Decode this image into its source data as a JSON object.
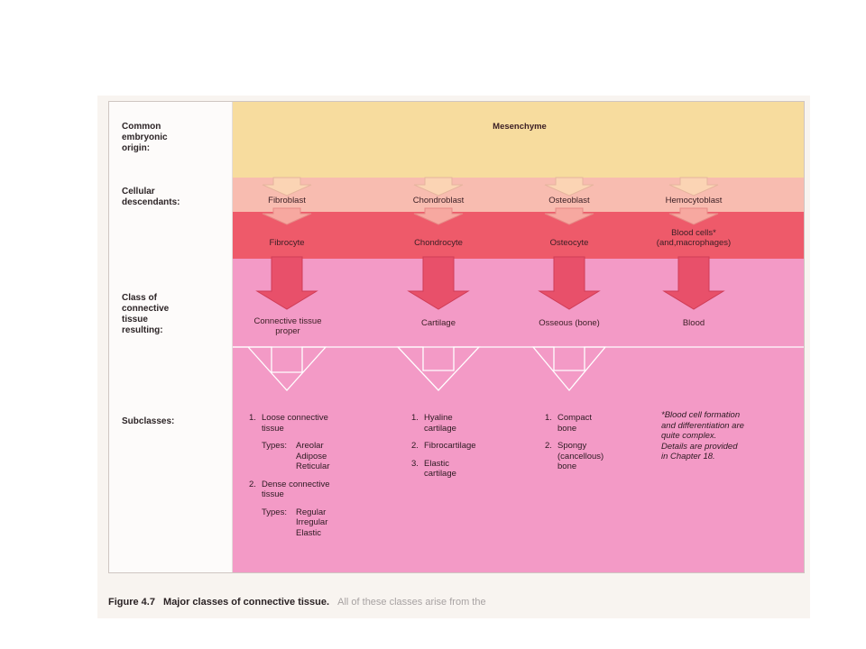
{
  "labels": {
    "origin": "Common\nembryonic\norigin:",
    "descendants": "Cellular\ndescendants:",
    "class": "Class of\nconnective\ntissue\nresulting:",
    "subclasses": "Subclasses:"
  },
  "origin_name": "Mesenchyme",
  "columns": [
    {
      "descendant": "Fibroblast",
      "mature": "Fibrocyte",
      "class": "Connective tissue\nproper"
    },
    {
      "descendant": "Chondroblast",
      "mature": "Chondrocyte",
      "class": "Cartilage"
    },
    {
      "descendant": "Osteoblast",
      "mature": "Osteocyte",
      "class": "Osseous (bone)"
    },
    {
      "descendant": "Hemocytoblast",
      "mature": "Blood cells*\n(and,macrophages)",
      "class": "Blood"
    }
  ],
  "subclasses": {
    "ct": {
      "loose_num": "1.",
      "loose": "Loose connective\ntissue",
      "types1_label": "Types:",
      "types1": [
        "Areolar",
        "Adipose",
        "Reticular"
      ],
      "dense_num": "2.",
      "dense": "Dense connective\ntissue",
      "types2_label": "Types:",
      "types2": [
        "Regular",
        "Irregular",
        "Elastic"
      ]
    },
    "cartilage": [
      {
        "num": "1.",
        "text": "Hyaline\ncartilage"
      },
      {
        "num": "2.",
        "text": "Fibrocartilage"
      },
      {
        "num": "3.",
        "text": "Elastic\ncartilage"
      }
    ],
    "bone": [
      {
        "num": "1.",
        "text": "Compact\nbone"
      },
      {
        "num": "2.",
        "text": "Spongy\n(cancellous)\nbone"
      }
    ]
  },
  "note": "*Blood cell formation\nand differentiation are\nquite complex.\nDetails are provided\nin Chapter 18.",
  "caption": {
    "number": "Figure 4.7",
    "title": "Major classes of connective tissue.",
    "rest": "All of these classes arise from the"
  },
  "colors": {
    "origin_band": "#f7dc9e",
    "descendant_band": "#f8bcb0",
    "mature_band": "#ee5a6a",
    "lower_field": "#f39ac6",
    "arrow": "#e8506a"
  }
}
